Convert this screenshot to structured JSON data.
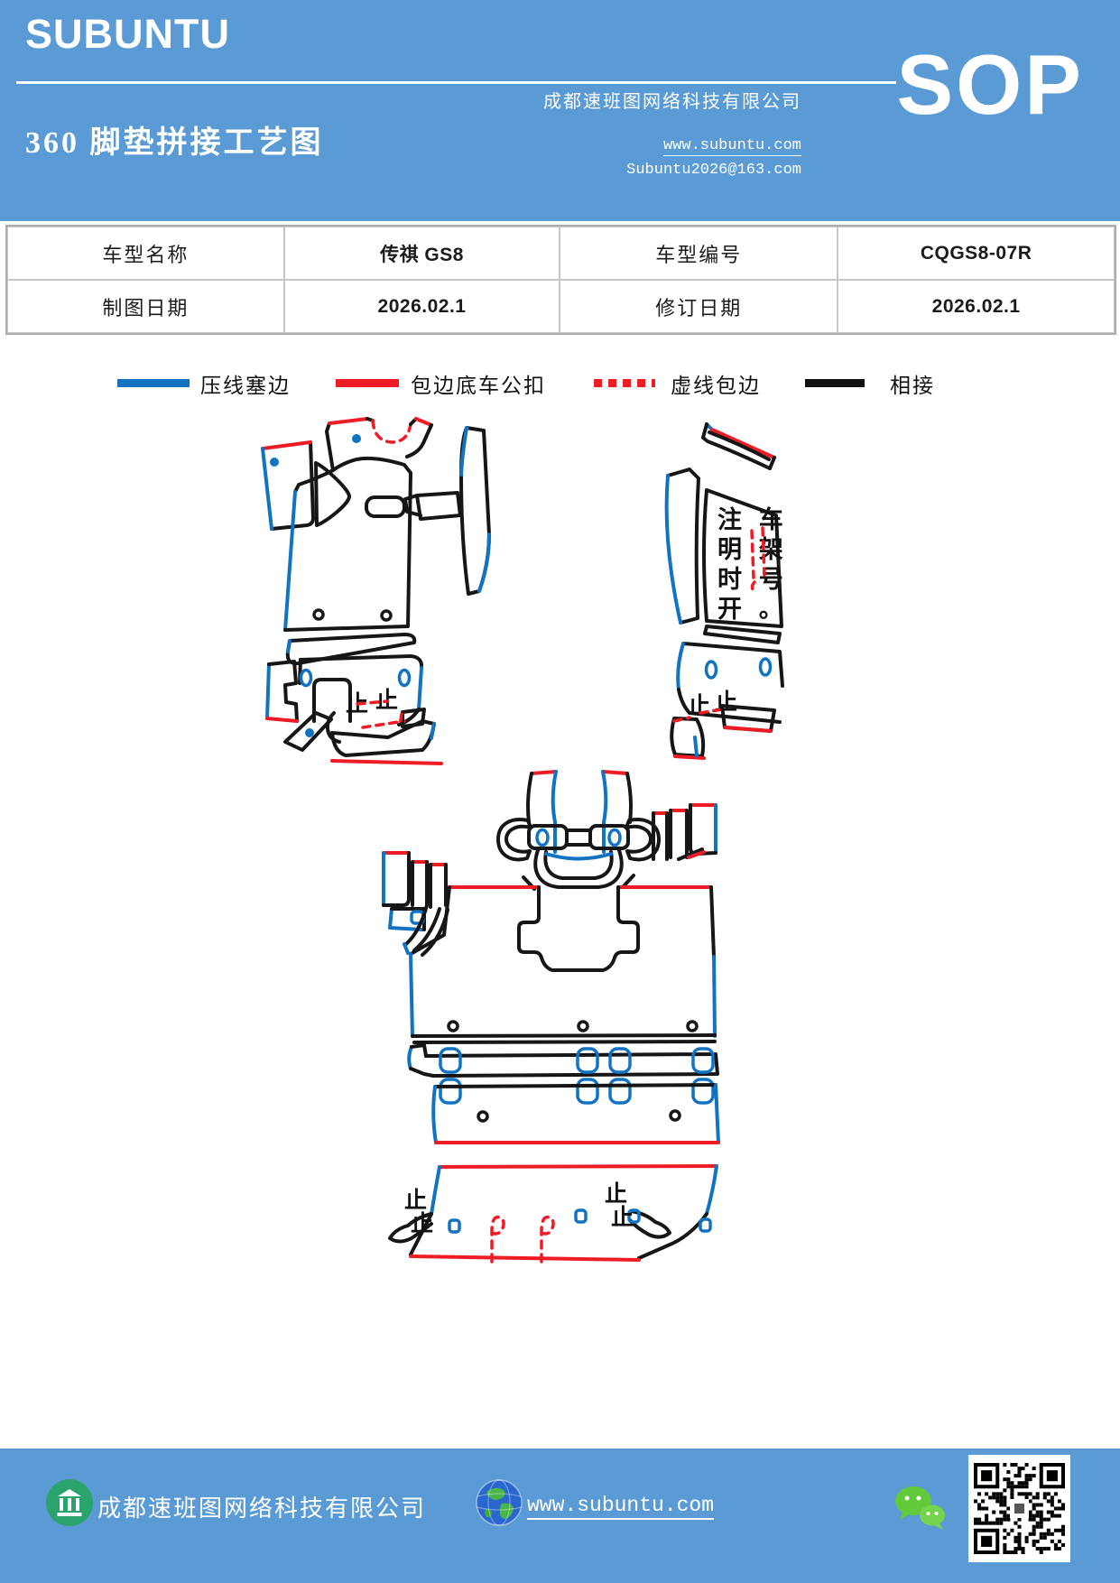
{
  "header": {
    "brand": "SUBUNTU",
    "title": "360 脚垫拼接工艺图",
    "company": "成都速班图网络科技有限公司",
    "website": "www.subuntu.com",
    "email": "Subuntu2026@163.com",
    "badge": "SOP"
  },
  "info_table": {
    "rows": [
      {
        "label1": "车型名称",
        "value1": "传祺 GS8",
        "label2": "车型编号",
        "value2": "CQGS8-07R"
      },
      {
        "label1": "制图日期",
        "value1": "2026.02.1",
        "label2": "修订日期",
        "value2": "2026.02.1"
      }
    ]
  },
  "legend": {
    "items": [
      {
        "label": "压线塞边",
        "color": "#1173c2",
        "style": "solid"
      },
      {
        "label": "包边底车公扣",
        "color": "#ee1c25",
        "style": "solid"
      },
      {
        "label": "虚线包边",
        "color": "#ee1c25",
        "style": "dashed"
      },
      {
        "label": "相接",
        "color": "#111111",
        "style": "solid"
      }
    ]
  },
  "diagram": {
    "note_lines": [
      "注 车",
      "明 架",
      "时 号",
      "开 。"
    ],
    "stop_mark": "止",
    "colors": {
      "outline": "#161616",
      "press_edge": "#1173c2",
      "bind_edge": "#ee1c25",
      "header_blue": "#5b9bd5"
    }
  },
  "footer": {
    "company": "成都速班图网络科技有限公司",
    "website": "www.subuntu.com"
  }
}
